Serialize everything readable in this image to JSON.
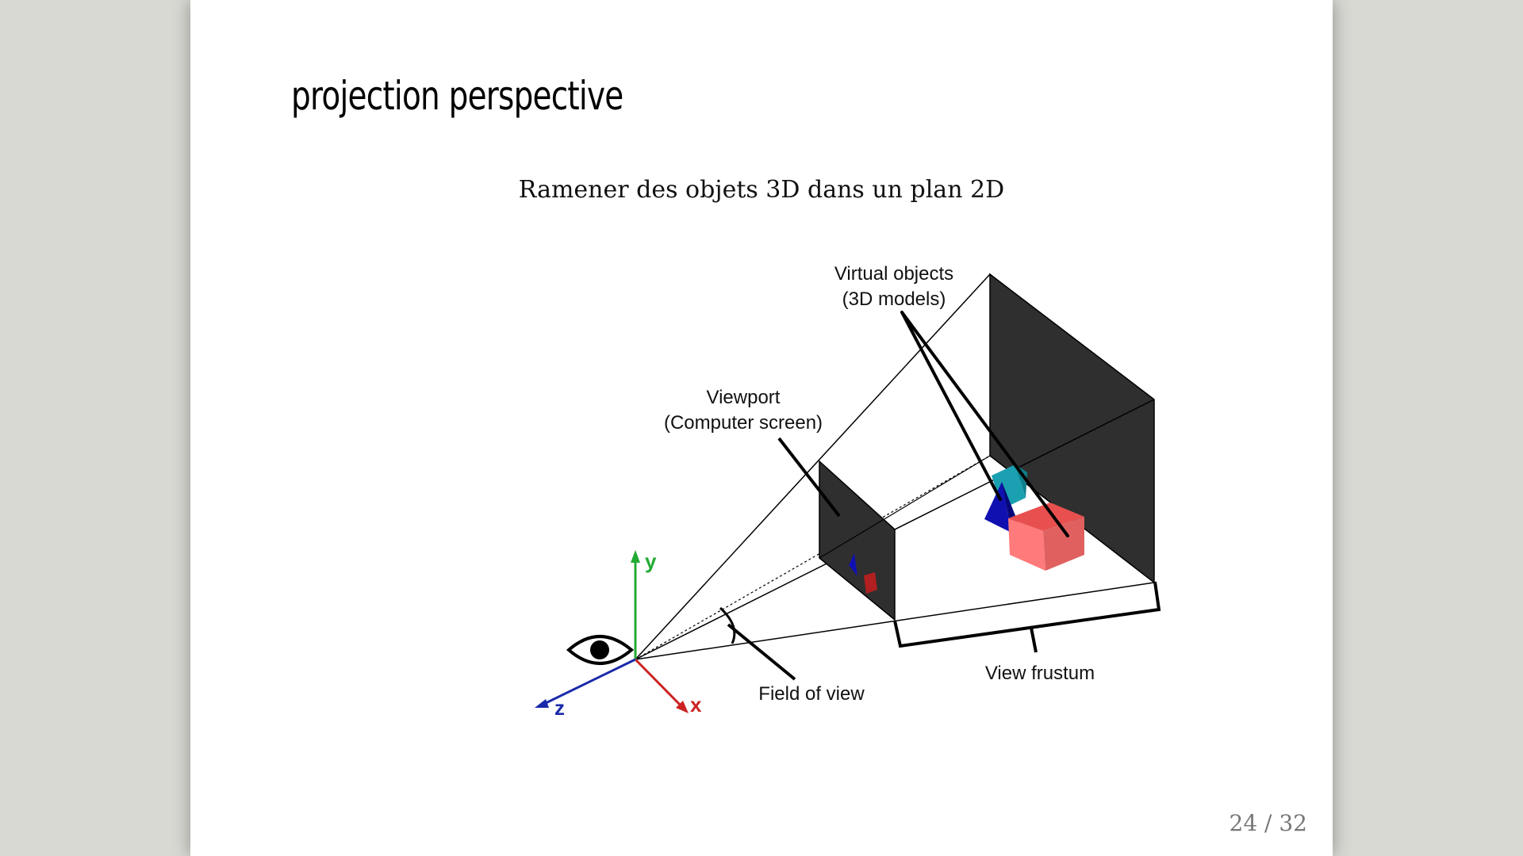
{
  "slide": {
    "title": "projection perspective",
    "subtitle": "Ramener des objets 3D dans un plan 2D",
    "page_number": "24 / 32"
  },
  "diagram": {
    "labels": {
      "virtual_objects_line1": "Virtual objects",
      "virtual_objects_line2": "(3D models)",
      "viewport_line1": "Viewport",
      "viewport_line2": "(Computer screen)",
      "field_of_view": "Field of view",
      "view_frustum": "View frustum"
    },
    "axes": {
      "x": "x",
      "y": "y",
      "z": "z"
    },
    "colors": {
      "x_axis": "#cc2222",
      "y_axis": "#22aa33",
      "z_axis": "#1a2aaa",
      "plane": "#2f2f2f",
      "pyramid": "#1010b0",
      "cube_teal": "#1aa0b0",
      "cube_red": "#f07070"
    }
  }
}
